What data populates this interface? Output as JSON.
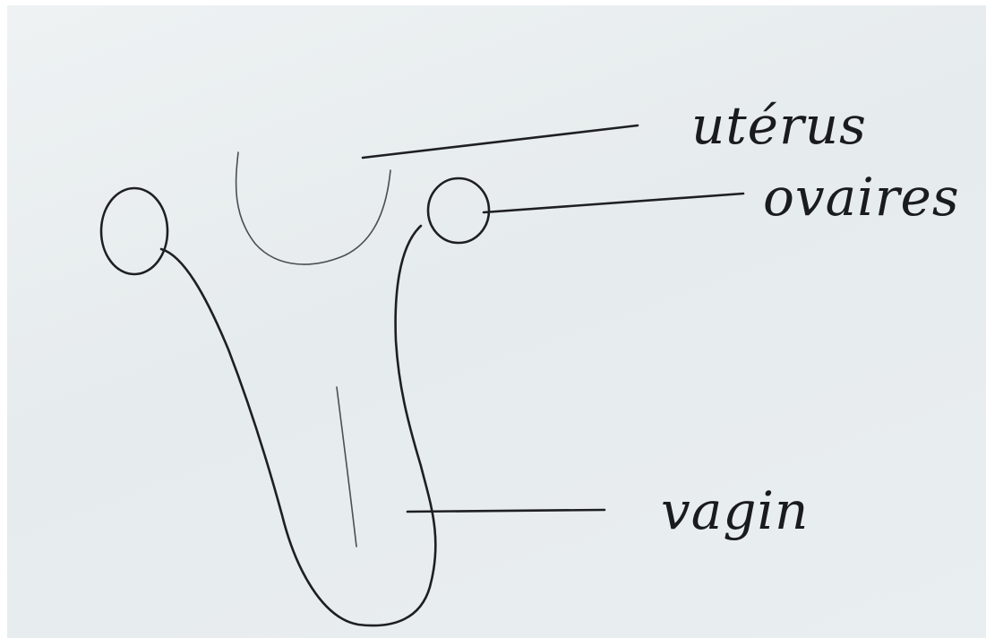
{
  "diagram": {
    "labels": {
      "uterus": "utérus",
      "ovaries": "ovaires",
      "vagina": "vagin"
    },
    "ink_color": "#1e1f22",
    "paper_color": "#e9eef0"
  }
}
